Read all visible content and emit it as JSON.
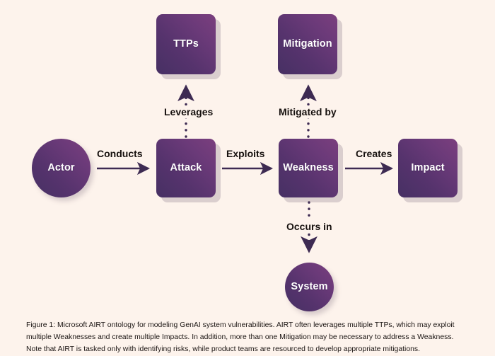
{
  "figure": {
    "background_color": "#fdf3ec",
    "node_gradient_from": "#7b3f7e",
    "node_gradient_to": "#463063",
    "edge_color": "#3d2a52",
    "label_color": "#16100e",
    "caption": "Figure 1: Microsoft AIRT ontology for modeling GenAI system vulnerabilities. AIRT often leverages multiple TTPs, which may exploit multiple Weaknesses and create multiple Impacts. In addition, more than one Mitigation may be necessary to address a Weakness. Note that AIRT is tasked only with identifying risks, while product teams are resourced to develop appropriate mitigations."
  },
  "nodes": {
    "actor": {
      "label": "Actor",
      "shape": "circle"
    },
    "attack": {
      "label": "Attack",
      "shape": "rounded-box"
    },
    "ttps": {
      "label": "TTPs",
      "shape": "rounded-box"
    },
    "weakness": {
      "label": "Weakness",
      "shape": "rounded-box"
    },
    "mitigation": {
      "label": "Mitigation",
      "shape": "rounded-box"
    },
    "impact": {
      "label": "Impact",
      "shape": "rounded-box"
    },
    "system": {
      "label": "System",
      "shape": "circle"
    }
  },
  "edges": {
    "conducts": {
      "label": "Conducts",
      "from": "actor",
      "to": "attack",
      "style": "solid",
      "direction": "right"
    },
    "exploits": {
      "label": "Exploits",
      "from": "attack",
      "to": "weakness",
      "style": "solid",
      "direction": "right"
    },
    "creates": {
      "label": "Creates",
      "from": "weakness",
      "to": "impact",
      "style": "solid",
      "direction": "right"
    },
    "leverages": {
      "label": "Leverages",
      "from": "attack",
      "to": "ttps",
      "style": "dotted",
      "direction": "up"
    },
    "mitigated_by": {
      "label": "Mitigated by",
      "from": "weakness",
      "to": "mitigation",
      "style": "dotted",
      "direction": "up"
    },
    "occurs_in": {
      "label": "Occurs in",
      "from": "weakness",
      "to": "system",
      "style": "dotted",
      "direction": "down"
    }
  }
}
